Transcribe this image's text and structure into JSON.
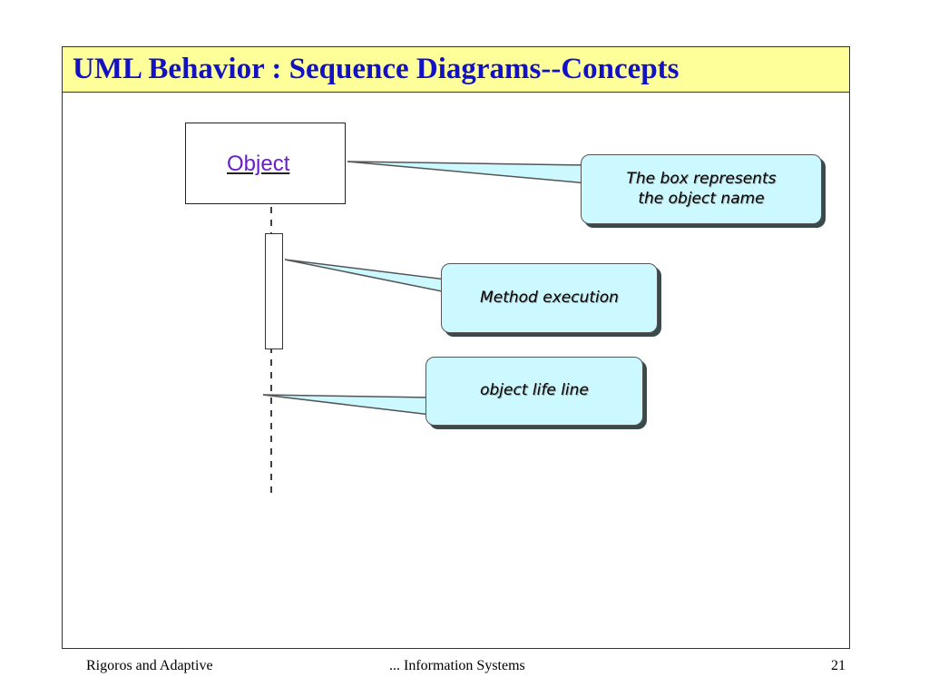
{
  "slide": {
    "title": "UML Behavior : Sequence Diagrams--Concepts"
  },
  "diagram": {
    "object_label": "Object",
    "callouts": {
      "object_name": {
        "line1": "The box represents",
        "line2": "the object name"
      },
      "method_execution": "Method execution",
      "life_line": "object life line"
    }
  },
  "footer": {
    "left": "Rigoros and Adaptive",
    "center": "... Information Systems",
    "page_number": "21"
  },
  "colors": {
    "title_bar": "#ffff99",
    "title_text": "#1212c4",
    "callout_fill": "#ccf8ff",
    "object_label": "#6a1ec9"
  }
}
